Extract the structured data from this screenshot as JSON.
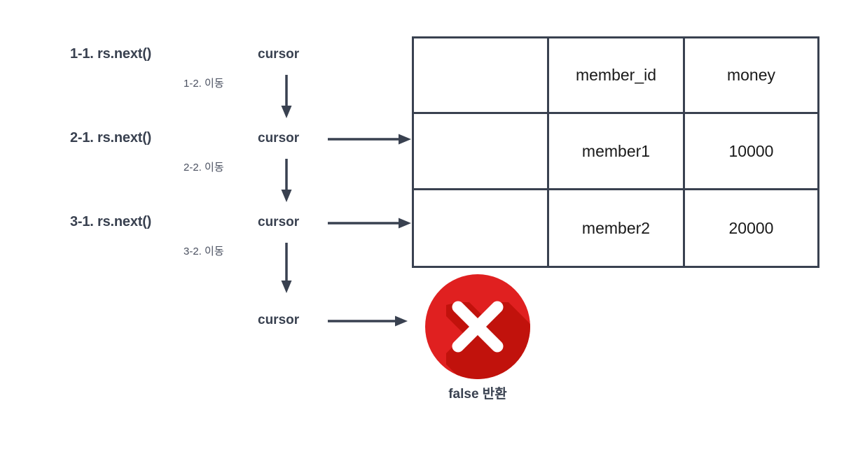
{
  "diagram": {
    "title": "JDBC ResultSet cursor traversal",
    "colors": {
      "ink": "#394150",
      "muted": "#4A5060",
      "error_red": "#E02020",
      "error_red_shadow": "#C1120C",
      "icon_glyph": "#FFFFFF",
      "background": "#FFFFFF"
    }
  },
  "steps": [
    {
      "call": "1-1. rs.next()",
      "move": "1-2. 이동",
      "cursor": "cursor"
    },
    {
      "call": "2-1. rs.next()",
      "move": "2-2. 이동",
      "cursor": "cursor"
    },
    {
      "call": "3-1. rs.next()",
      "move": "3-2. 이동",
      "cursor": "cursor"
    }
  ],
  "final_cursor": {
    "cursor": "cursor"
  },
  "table": {
    "columns": [
      "",
      "member_id",
      "money"
    ],
    "rows": [
      [
        "",
        "member1",
        "10000"
      ],
      [
        "",
        "member2",
        "20000"
      ]
    ]
  },
  "result": {
    "icon": "red-circle-x-icon",
    "caption": "false 반환"
  }
}
